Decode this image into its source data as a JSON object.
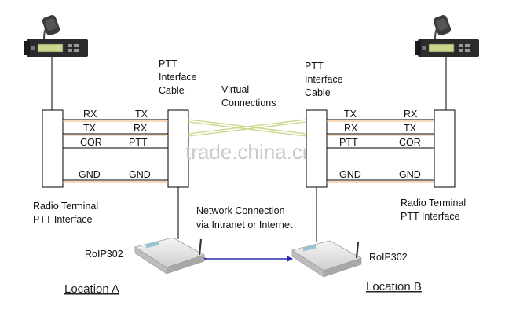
{
  "left_side": {
    "cable_title_1": "PTT",
    "cable_title_2": "Interface",
    "cable_title_3": "Cable",
    "terminal_title_1": "Radio Terminal",
    "terminal_title_2": "PTT Interface",
    "terminal_pins": [
      "RX",
      "TX",
      "COR",
      "GND"
    ],
    "cable_pins": [
      "TX",
      "RX",
      "PTT",
      "GND"
    ],
    "device": "RoIP302",
    "location": "Location A"
  },
  "right_side": {
    "cable_title_1": "PTT",
    "cable_title_2": "Interface",
    "cable_title_3": "Cable",
    "terminal_title_1": "Radio Terminal",
    "terminal_title_2": "PTT Interface",
    "terminal_pins": [
      "RX",
      "TX",
      "COR",
      "GND"
    ],
    "cable_pins": [
      "TX",
      "RX",
      "PTT",
      "GND"
    ],
    "device": "RoIP302",
    "location": "Location B"
  },
  "center": {
    "virtual_1": "Virtual",
    "virtual_2": "Connections",
    "network_1": "Network Connection",
    "network_2": "via Intranet or Internet"
  },
  "watermark": "trade.china.cn",
  "colors": {
    "virtual_line": "#c8d88a",
    "pin_wire": "#f0b070",
    "network_arrow": "#2a2aa8",
    "box": "#000000"
  },
  "icons": [
    "radio-icon",
    "roip-gateway-icon"
  ]
}
